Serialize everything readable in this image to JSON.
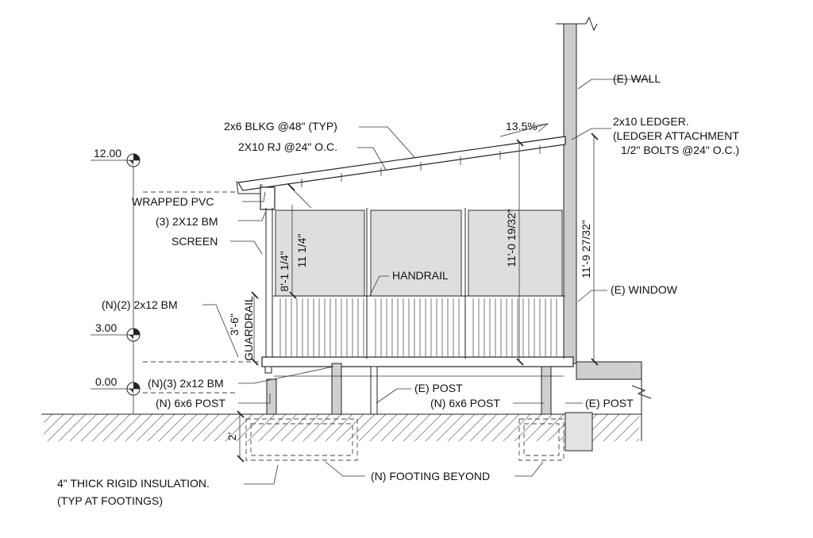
{
  "annotations": {
    "e_wall": "(E) WALL",
    "blkg": "2x6 BLKG @48\" (TYP)",
    "rj": "2X10 RJ @24\" O.C.",
    "slope": "13.5%",
    "ledger_1": "2x10 LEDGER.",
    "ledger_2": "(LEDGER ATTACHMENT",
    "ledger_3": "1/2\" BOLTS @24\" O.C.)",
    "wrapped_pvc": "WRAPPED PVC",
    "bm_3_2x12": "(3) 2X12 BM",
    "screen": "SCREEN",
    "handrail": "HANDRAIL",
    "e_window": "(E) WINDOW",
    "n2_2x12_bm": "(N)(2) 2x12 BM",
    "guardrail": "GUARDRAIL",
    "n3_2x12_bm": "(N)(3) 2x12 BM",
    "n_6x6_post_left": "(N) 6x6 POST",
    "e_post_mid": "(E) POST",
    "n_6x6_post_right": "(N) 6x6 POST",
    "e_post_right": "(E) POST",
    "insulation_1": "4\" THICK RIGID INSULATION.",
    "insulation_2": "(TYP AT FOOTINGS)",
    "footing": "(N) FOOTING BEYOND"
  },
  "dimensions": {
    "d_11_1_4": "11 1/4\"",
    "d_8_1_1_4": "8'-1 1/4\"",
    "d_11_0": "11'-0 19/32\"",
    "d_11_9": "11'-9 27/32\"",
    "d_3_6": "3'-6\"",
    "d_2": "2'"
  },
  "elevations": {
    "el_12": "12.00",
    "el_3": "3.00",
    "el_0": "0.00"
  }
}
